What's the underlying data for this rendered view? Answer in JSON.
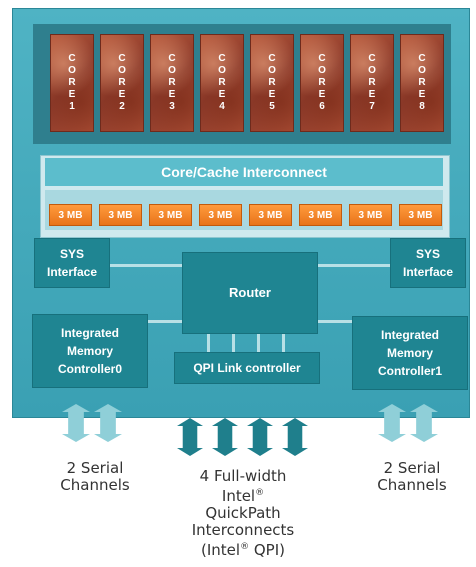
{
  "cores": [
    {
      "label": "CORE1"
    },
    {
      "label": "CORE2"
    },
    {
      "label": "CORE3"
    },
    {
      "label": "CORE4"
    },
    {
      "label": "CORE5"
    },
    {
      "label": "CORE6"
    },
    {
      "label": "CORE7"
    },
    {
      "label": "CORE8"
    }
  ],
  "interconnect": {
    "label": "Core/Cache Interconnect"
  },
  "caches": [
    {
      "label": "3 MB"
    },
    {
      "label": "3 MB"
    },
    {
      "label": "3 MB"
    },
    {
      "label": "3 MB"
    },
    {
      "label": "3 MB"
    },
    {
      "label": "3 MB"
    },
    {
      "label": "3 MB"
    },
    {
      "label": "3 MB"
    }
  ],
  "sys_left": {
    "line1": "SYS",
    "line2": "Interface"
  },
  "sys_right": {
    "line1": "SYS",
    "line2": "Interface"
  },
  "router": {
    "label": "Router"
  },
  "imc0": {
    "line1": "Integrated",
    "line2": "Memory",
    "line3": "Controller0"
  },
  "imc1": {
    "line1": "Integrated",
    "line2": "Memory",
    "line3": "Controller1"
  },
  "qpi_ctrl": {
    "label": "QPI Link controller"
  },
  "captions": {
    "left": {
      "line1": "2 Serial",
      "line2": "Channels"
    },
    "right": {
      "line1": "2 Serial",
      "line2": "Channels"
    },
    "center": {
      "line1": "4 Full-width",
      "line2": "Intel",
      "line3": "QuickPath",
      "line4": "Interconnects",
      "line5a": "(Intel",
      "line5b": " QPI)",
      "reg": "®"
    }
  },
  "colors": {
    "chip": "#3aa0b3",
    "block": "#1f8592",
    "cache": "#e8741a",
    "core": "#a54a32",
    "arrow_light": "#8fcfd8",
    "arrow_dark": "#1f7f8c"
  }
}
